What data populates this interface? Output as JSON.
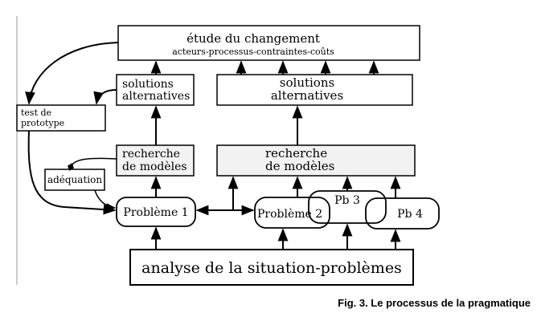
{
  "nodes": {
    "etude": {
      "line1": "étude du changement",
      "line2": "acteurs-processus-contraintes-coûts"
    },
    "solutions_left": {
      "line1": "solutions",
      "line2": "alternatives"
    },
    "solutions_right": {
      "line1": "solutions",
      "line2": "alternatives"
    },
    "test_prototype": {
      "line1": "test de",
      "line2": "prototype"
    },
    "recherche_left": {
      "line1": "recherche",
      "line2": "de modèles"
    },
    "recherche_right": {
      "line1": "recherche",
      "line2": "de modèles"
    },
    "adequation": {
      "label": "adéquation"
    },
    "probleme1": {
      "label": "Problème 1"
    },
    "probleme2": {
      "label": "Problème 2"
    },
    "pb3": {
      "label": "Pb 3"
    },
    "pb4": {
      "label": "Pb 4"
    },
    "analyse": {
      "label": "analyse de la situation-problèmes"
    }
  },
  "caption": "Fig. 3. Le processus de la pragmatique"
}
